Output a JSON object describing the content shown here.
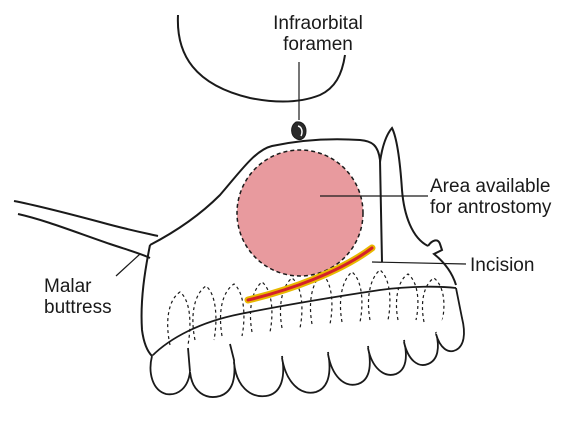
{
  "labels": {
    "infraorbital_line1": "Infraorbital",
    "infraorbital_line2": "foramen",
    "area_line1": "Area available",
    "area_line2": "for antrostomy",
    "incision": "Incision",
    "malar_line1": "Malar",
    "malar_line2": "buttress"
  },
  "colors": {
    "antrostomy_fill": "#e89a9e",
    "incision_outer": "#e8b800",
    "incision_inner": "#d4202a",
    "line": "#1a1a1a"
  }
}
